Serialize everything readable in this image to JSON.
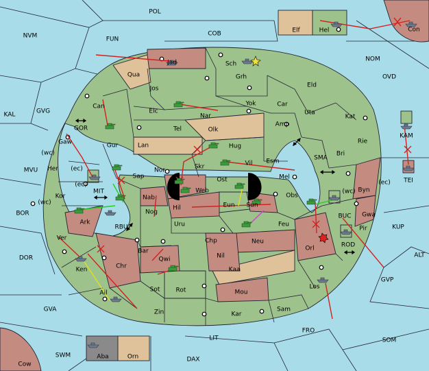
{
  "colors": {
    "sea": "#a8dce8",
    "neutral_land": "#9ec28c",
    "power_red": "#c48c80",
    "power_tan": "#e0c29a",
    "power_grey": "#8a8a8a",
    "order_move": "#d42020",
    "order_support": "#e0e020",
    "order_support_green": "#20d020",
    "order_convoy": "#d040d0",
    "army": "#3c9a3c",
    "fleet": "#6c7a8c"
  },
  "regions": {
    "POL": "POL",
    "NVM": "NVM",
    "FUN": "FUN",
    "COB": "COB",
    "NOM": "NOM",
    "OVD": "OVD",
    "KAL": "KAL",
    "GVG": "GVG",
    "MVU": "MVU",
    "BOR": "BOR",
    "DOR": "DOR",
    "GVA": "GVA",
    "SWM": "SWM",
    "LIT": "LIT",
    "DAX": "DAX",
    "FRO": "FRO",
    "SOM": "SOM",
    "GVP": "GVP",
    "ALT": "ALT",
    "KUP": "KUP",
    "TEI": "TEI",
    "KAM": "KAM",
    "SMA": "SMA",
    "GOR": "GOR",
    "MIT": "MIT",
    "RBU": "RBU",
    "BUC": "BUC",
    "ROD": "ROD",
    "Elf": "Elf",
    "Hel": "Hel",
    "Con": "Con",
    "Jad": "Jad",
    "Sch": "Sch",
    "Qua": "Qua",
    "Jos": "Jos",
    "Grh": "Grh",
    "Eld": "Eld",
    "Can": "Can",
    "Elc": "Elc",
    "Nar": "Nar",
    "Yok": "Yok",
    "Car": "Car",
    "Uta": "Uta",
    "Kat": "Kat",
    "Gur": "Gur",
    "Tel": "Tel",
    "Olk": "Olk",
    "Amp": "Amp",
    "Lan": "Lan",
    "Hug": "Hug",
    "Rie": "Rie",
    "Gaw": "Gaw",
    "Bri": "Bri",
    "Nor": "Nor",
    "Skr": "Skr",
    "Vil": "Vil",
    "Esm": "Esm",
    "Her": "Her",
    "Sap": "Sap",
    "Mel": "Mel",
    "Ost": "Ost",
    "Web": "Web",
    "Byn": "Byn",
    "Kor": "Kor",
    "Nab": "Nab",
    "Obs": "Obs",
    "Eun": "Eun",
    "Sun": "Sun",
    "Gwa": "Gwa",
    "Ark": "Ark",
    "Nog": "Nog",
    "Hil": "Hil",
    "Uru": "Uru",
    "Feu": "Feu",
    "Pir": "Pir",
    "Ver": "Ver",
    "Orl": "Orl",
    "Chp": "Chp",
    "Neu": "Neu",
    "Bar": "Bar",
    "Chr": "Chr",
    "Ken": "Ken",
    "Qwi": "Qwi",
    "Nil": "Nil",
    "Kaa": "Kaa",
    "Sot": "Sot",
    "Rot": "Rot",
    "Los": "Los",
    "Ail": "Ail",
    "Mou": "Mou",
    "Zin": "Zin",
    "Kar": "Kar",
    "Sam": "Sam",
    "Aba": "Aba",
    "Orn": "Orn",
    "Cow": "Cow"
  },
  "coast_tags": {
    "wc1": "(wc)",
    "ec1": "(ec)",
    "ec2": "(ec)",
    "wc2": "(wc)",
    "wc3": "(wc)",
    "ec3": "(ec)"
  }
}
